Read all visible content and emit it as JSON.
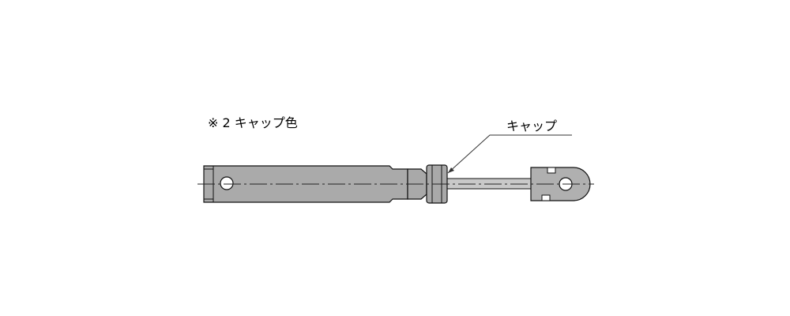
{
  "note": {
    "text": "※ 2 キャップ色"
  },
  "callout": {
    "text": "キャップ"
  },
  "colors": {
    "body_fill": "#aaaaaa",
    "cap_fill": "#a9a9a9",
    "rod_fill": "#c9c9c9",
    "eye_fill": "#b0b0b0",
    "outline": "#111111",
    "centerline": "#222222",
    "leader": "#333333"
  },
  "icons": [
    "gas-spring-drawing"
  ]
}
